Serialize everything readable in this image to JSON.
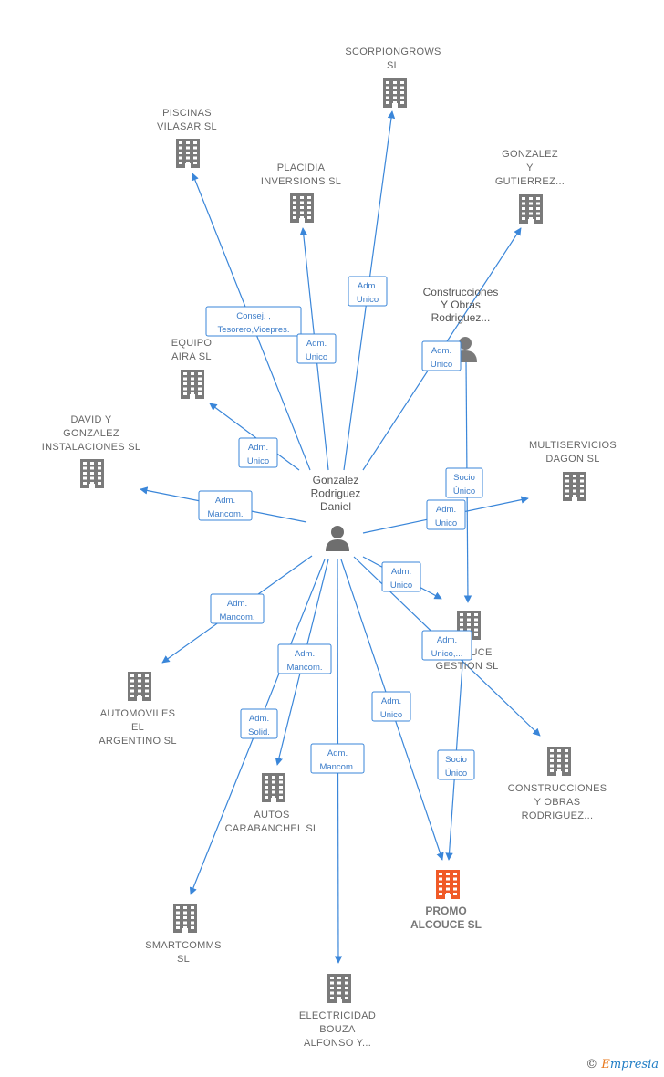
{
  "center": {
    "name": "Gonzalez Rodriguez Daniel",
    "lines": [
      "Gonzalez",
      "Rodriguez",
      "Daniel"
    ]
  },
  "companies": [
    {
      "id": "scorpiongrows",
      "lines": [
        "SCORPIONGROWS",
        "SL"
      ]
    },
    {
      "id": "piscinas",
      "lines": [
        "PISCINAS",
        "VILASAR SL"
      ]
    },
    {
      "id": "placidia",
      "lines": [
        "PLACIDIA",
        "INVERSIONS SL"
      ]
    },
    {
      "id": "gonzalez-gutierrez",
      "lines": [
        "GONZALEZ",
        "Y",
        "GUTIERREZ..."
      ]
    },
    {
      "id": "equipo-aira",
      "lines": [
        "EQUIPO",
        "AIRA  SL"
      ]
    },
    {
      "id": "david-gonzalez",
      "lines": [
        "DAVID Y",
        "GONZALEZ",
        "INSTALACIONES SL"
      ]
    },
    {
      "id": "multiservicios",
      "lines": [
        "MULTISERVICIOS",
        "DAGON  SL"
      ]
    },
    {
      "id": "alcouce-gestion",
      "lines": [
        "ALCOUCE",
        "GESTION  SL"
      ]
    },
    {
      "id": "automoviles",
      "lines": [
        "AUTOMOVILES",
        "EL",
        "ARGENTINO SL"
      ]
    },
    {
      "id": "construcciones-bottom",
      "lines": [
        "CONSTRUCCIONES",
        "Y OBRAS",
        "RODRIGUEZ..."
      ]
    },
    {
      "id": "autos",
      "lines": [
        "AUTOS",
        "CARABANCHEL SL"
      ]
    },
    {
      "id": "promo",
      "lines": [
        "PROMO",
        "ALCOUCE  SL"
      ],
      "highlight": true
    },
    {
      "id": "smartcomms",
      "lines": [
        "SMARTCOMMS",
        "SL"
      ]
    },
    {
      "id": "electricidad",
      "lines": [
        "ELECTRICIDAD",
        "BOUZA",
        "ALFONSO Y..."
      ]
    }
  ],
  "persons": [
    {
      "id": "construcciones-person",
      "lines": [
        "Construcciones",
        "Y Obras",
        "Rodriguez..."
      ]
    }
  ],
  "edge_labels": [
    {
      "id": "e-scorpion",
      "lines": [
        "Adm.",
        "Unico"
      ]
    },
    {
      "id": "e-piscinas",
      "lines": [
        "Consej. ,",
        "Tesorero,Vicepres."
      ]
    },
    {
      "id": "e-placidia",
      "lines": [
        "Adm.",
        "Unico"
      ]
    },
    {
      "id": "e-gutierrez",
      "lines": [
        "Adm.",
        "Unico"
      ]
    },
    {
      "id": "e-equipo",
      "lines": [
        "Adm.",
        "Unico"
      ]
    },
    {
      "id": "e-david",
      "lines": [
        "Adm.",
        "Mancom."
      ]
    },
    {
      "id": "e-socio-alcouce",
      "lines": [
        "Socio",
        "Único"
      ]
    },
    {
      "id": "e-multi",
      "lines": [
        "Adm.",
        "Unico"
      ]
    },
    {
      "id": "e-alcouce",
      "lines": [
        "Adm.",
        "Unico"
      ]
    },
    {
      "id": "e-automoviles",
      "lines": [
        "Adm.",
        "Mancom."
      ]
    },
    {
      "id": "e-construcciones",
      "lines": [
        "Adm.",
        "Unico,..."
      ]
    },
    {
      "id": "e-autos",
      "lines": [
        "Adm.",
        "Mancom."
      ]
    },
    {
      "id": "e-smart",
      "lines": [
        "Adm.",
        "Solid."
      ]
    },
    {
      "id": "e-promo",
      "lines": [
        "Adm.",
        "Unico"
      ]
    },
    {
      "id": "e-socio-promo",
      "lines": [
        "Socio",
        "Único"
      ]
    },
    {
      "id": "e-electricidad",
      "lines": [
        "Adm.",
        "Mancom."
      ]
    }
  ],
  "colors": {
    "edge": "#3a86d9",
    "building": "#7a7a7a",
    "highlight": "#f05a28"
  },
  "footer": {
    "copyright": "©",
    "brand_first": "E",
    "brand_rest": "mpresia"
  }
}
